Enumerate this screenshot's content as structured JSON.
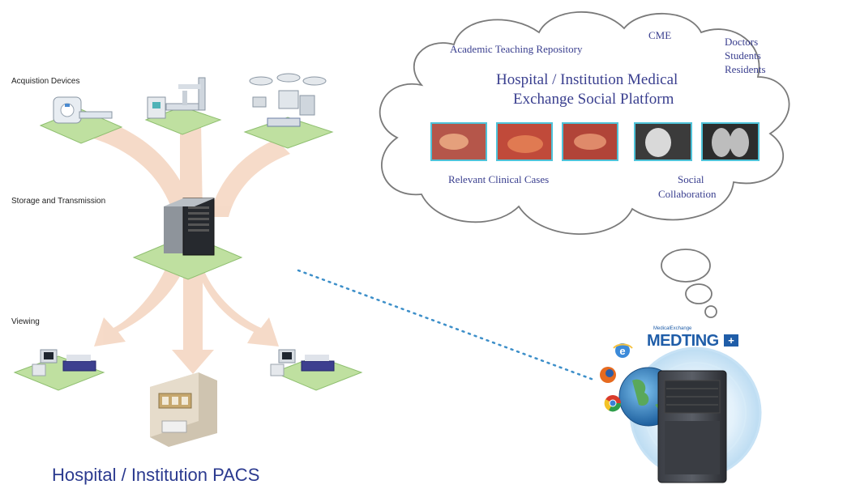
{
  "diagram": {
    "left_labels": {
      "acquisition": "Acquistion Devices",
      "storage": "Storage and Transmission",
      "viewing": "Viewing"
    },
    "bottom_title": "Hospital / Institution PACS",
    "cloud": {
      "academic": "Academic  Teaching Repository",
      "cme": "CME",
      "audience": [
        "Doctors",
        "Students",
        "Residents"
      ],
      "platform_title": [
        "Hospital / Institution Medical",
        "Exchange Social Platform"
      ],
      "clinical_cases": "Relevant Clinical Cases",
      "social": [
        "Social",
        "Collaboration"
      ]
    },
    "logo": {
      "brand_small": "MedicalExchange",
      "brand": "MEDTING"
    },
    "colors": {
      "arrow": "#f5d9c6",
      "platform_green": "#bfe0a0",
      "cloud_border": "#7a7a7a",
      "cloud_text": "#3a3f8f",
      "dotted_line": "#3d8fc9",
      "logo_blue": "#1f5da8"
    },
    "icons": [
      "ct-scanner-icon",
      "xray-table-icon",
      "surgical-room-icon",
      "server-rack-icon",
      "workstation-icon",
      "reading-room-icon",
      "ie-browser-icon",
      "firefox-browser-icon",
      "chrome-browser-icon",
      "globe-icon",
      "server-tower-icon"
    ]
  }
}
